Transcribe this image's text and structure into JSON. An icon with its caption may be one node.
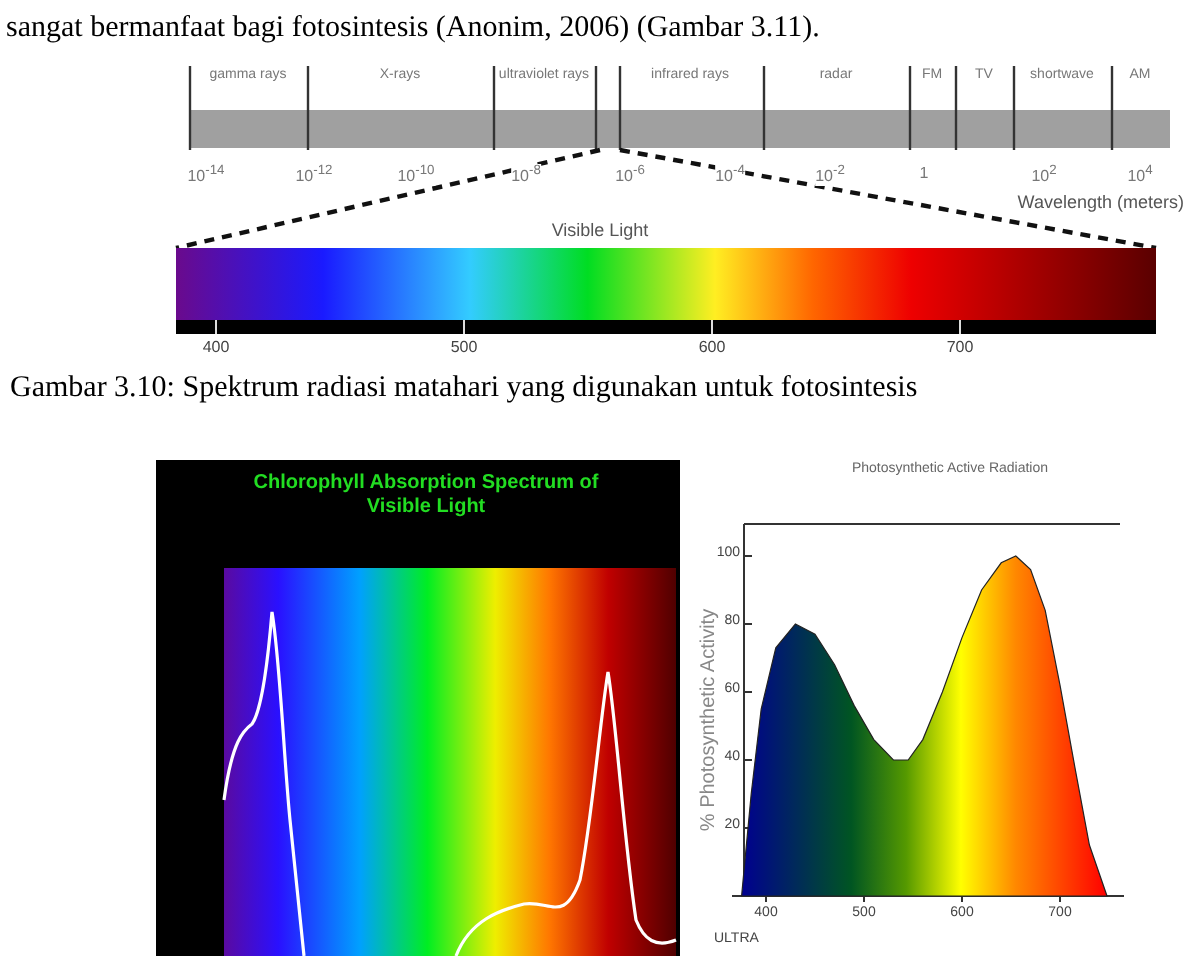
{
  "diagram": {
    "nodes": [
      {
        "text": [],
        "shape": "bar"
      },
      {
        "text": [],
        "shape": "bar"
      }
    ],
    "edges": [
      {
        "from": 0,
        "to": 1,
        "arrow": "none",
        "style": "dashed"
      },
      {
        "from": 0,
        "to": 1,
        "arrow": "none",
        "style": "dashed"
      }
    ],
    "caption": "Gambar 3.10: Spektrum radiasi matahari yang digunakan untuk fotosintesis",
    "labels": [
      "sangat bermanfaat bagi fotosintesis (Anonim, 2006) (Gambar 3.11).",
      "gamma rays",
      "X-rays",
      "ultraviolet rays",
      "infrared rays",
      "radar",
      "FM",
      "TV",
      "shortwave",
      "AM",
      "10$^{-14}$",
      "10$^{-12}$",
      "10$^{-10}$",
      "10$^{-8}$",
      "10$^{-6}$",
      "10$^{-4}$",
      "10$^{-2}$",
      "1",
      "10$^{2}$",
      "10$^{4}$",
      "Wavelength (meters)",
      "Visible Light",
      "400",
      "500",
      "600",
      "700",
      "Chlorophyll Absorption Spectrum of Visible Light",
      "Photosynthetic Active Radiation",
      "% Photosynthetic Activity",
      "100",
      "80",
      "60",
      "40",
      "20",
      "400",
      "500",
      "600",
      "700",
      "ULTRA"
    ]
  }
}
